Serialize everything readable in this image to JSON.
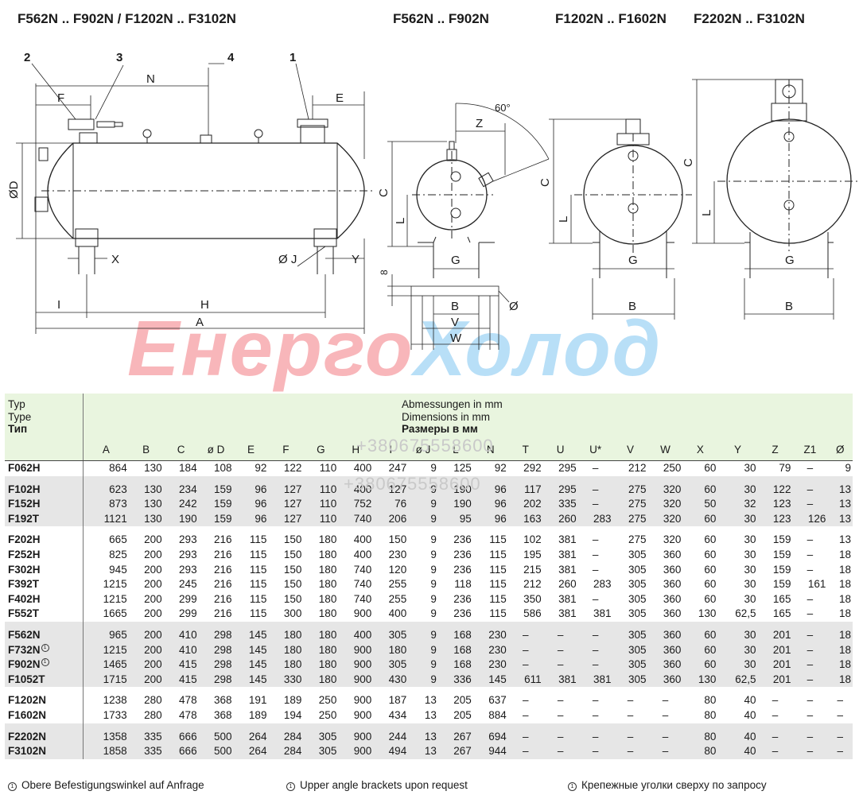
{
  "headers": {
    "h1": "F562N .. F902N / F1202N .. F3102N",
    "h2": "F562N .. F902N",
    "h3": "F1202N .. F1602N",
    "h4": "F2202N .. F3102N"
  },
  "drawing_labels": {
    "c1": "1",
    "c2": "2",
    "c3": "3",
    "c4": "4",
    "N": "N",
    "F": "F",
    "E": "E",
    "D": "ØD",
    "X": "X",
    "J": "Ø J",
    "Y": "Y",
    "I": "I",
    "H": "H",
    "A": "A",
    "angle": "60°",
    "Z": "Z",
    "C": "C",
    "L": "L",
    "G": "G",
    "B": "B",
    "V": "V",
    "W": "W",
    "phi": "Ø",
    "eight": "8"
  },
  "watermark": {
    "part1": "Енерго",
    "part2": "Холод",
    "phone": "+380675558600"
  },
  "table": {
    "typ_label": [
      "Typ",
      "Type",
      "Тип"
    ],
    "dim_label": [
      "Abmessungen in mm",
      "Dimensions in mm",
      "Размеры в мм"
    ],
    "columns": [
      "A",
      "B",
      "C",
      "ø D",
      "E",
      "F",
      "G",
      "H",
      "I",
      "ø J",
      "L",
      "N",
      "T",
      "U",
      "U*",
      "V",
      "W",
      "X",
      "Y",
      "Z",
      "Z1",
      "Ø"
    ],
    "groups": [
      {
        "shade": false,
        "rows": [
          {
            "typ": "F062H",
            "note": false,
            "v": [
              "864",
              "130",
              "184",
              "108",
              "92",
              "122",
              "110",
              "400",
              "247",
              "9",
              "125",
              "92",
              "292",
              "295",
              "–",
              "212",
              "250",
              "60",
              "30",
              "79",
              "–",
              "9"
            ]
          }
        ]
      },
      {
        "shade": true,
        "rows": [
          {
            "typ": "F102H",
            "note": false,
            "v": [
              "623",
              "130",
              "234",
              "159",
              "96",
              "127",
              "110",
              "400",
              "127",
              "9",
              "190",
              "96",
              "117",
              "295",
              "–",
              "275",
              "320",
              "60",
              "30",
              "122",
              "–",
              "13"
            ]
          },
          {
            "typ": "F152H",
            "note": false,
            "v": [
              "873",
              "130",
              "242",
              "159",
              "96",
              "127",
              "110",
              "752",
              "76",
              "9",
              "190",
              "96",
              "202",
              "335",
              "–",
              "275",
              "320",
              "50",
              "32",
              "123",
              "–",
              "13"
            ]
          },
          {
            "typ": "F192T",
            "note": false,
            "v": [
              "1121",
              "130",
              "190",
              "159",
              "96",
              "127",
              "110",
              "740",
              "206",
              "9",
              "95",
              "96",
              "163",
              "260",
              "283",
              "275",
              "320",
              "60",
              "30",
              "123",
              "126",
              "13"
            ]
          }
        ]
      },
      {
        "shade": false,
        "rows": [
          {
            "typ": "F202H",
            "note": false,
            "v": [
              "665",
              "200",
              "293",
              "216",
              "115",
              "150",
              "180",
              "400",
              "150",
              "9",
              "236",
              "115",
              "102",
              "381",
              "–",
              "275",
              "320",
              "60",
              "30",
              "159",
              "–",
              "13"
            ]
          },
          {
            "typ": "F252H",
            "note": false,
            "v": [
              "825",
              "200",
              "293",
              "216",
              "115",
              "150",
              "180",
              "400",
              "230",
              "9",
              "236",
              "115",
              "195",
              "381",
              "–",
              "305",
              "360",
              "60",
              "30",
              "159",
              "–",
              "18"
            ]
          },
          {
            "typ": "F302H",
            "note": false,
            "v": [
              "945",
              "200",
              "293",
              "216",
              "115",
              "150",
              "180",
              "740",
              "120",
              "9",
              "236",
              "115",
              "215",
              "381",
              "–",
              "305",
              "360",
              "60",
              "30",
              "159",
              "–",
              "18"
            ]
          },
          {
            "typ": "F392T",
            "note": false,
            "v": [
              "1215",
              "200",
              "245",
              "216",
              "115",
              "150",
              "180",
              "740",
              "255",
              "9",
              "118",
              "115",
              "212",
              "260",
              "283",
              "305",
              "360",
              "60",
              "30",
              "159",
              "161",
              "18"
            ]
          },
          {
            "typ": "F402H",
            "note": false,
            "v": [
              "1215",
              "200",
              "299",
              "216",
              "115",
              "150",
              "180",
              "740",
              "255",
              "9",
              "236",
              "115",
              "350",
              "381",
              "–",
              "305",
              "360",
              "60",
              "30",
              "165",
              "–",
              "18"
            ]
          },
          {
            "typ": "F552T",
            "note": false,
            "v": [
              "1665",
              "200",
              "299",
              "216",
              "115",
              "300",
              "180",
              "900",
              "400",
              "9",
              "236",
              "115",
              "586",
              "381",
              "381",
              "305",
              "360",
              "130",
              "62,5",
              "165",
              "–",
              "18"
            ]
          }
        ]
      },
      {
        "shade": true,
        "rows": [
          {
            "typ": "F562N",
            "note": false,
            "v": [
              "965",
              "200",
              "410",
              "298",
              "145",
              "180",
              "180",
              "400",
              "305",
              "9",
              "168",
              "230",
              "–",
              "–",
              "–",
              "305",
              "360",
              "60",
              "30",
              "201",
              "–",
              "18"
            ]
          },
          {
            "typ": "F732N",
            "note": true,
            "v": [
              "1215",
              "200",
              "410",
              "298",
              "145",
              "180",
              "180",
              "900",
              "180",
              "9",
              "168",
              "230",
              "–",
              "–",
              "–",
              "305",
              "360",
              "60",
              "30",
              "201",
              "–",
              "18"
            ]
          },
          {
            "typ": "F902N",
            "note": true,
            "v": [
              "1465",
              "200",
              "415",
              "298",
              "145",
              "180",
              "180",
              "900",
              "305",
              "9",
              "168",
              "230",
              "–",
              "–",
              "–",
              "305",
              "360",
              "60",
              "30",
              "201",
              "–",
              "18"
            ]
          },
          {
            "typ": "F1052T",
            "note": false,
            "v": [
              "1715",
              "200",
              "415",
              "298",
              "145",
              "330",
              "180",
              "900",
              "430",
              "9",
              "336",
              "145",
              "611",
              "381",
              "381",
              "305",
              "360",
              "130",
              "62,5",
              "201",
              "–",
              "18"
            ]
          }
        ]
      },
      {
        "shade": false,
        "rows": [
          {
            "typ": "F1202N",
            "note": false,
            "v": [
              "1238",
              "280",
              "478",
              "368",
              "191",
              "189",
              "250",
              "900",
              "187",
              "13",
              "205",
              "637",
              "–",
              "–",
              "–",
              "–",
              "–",
              "80",
              "40",
              "–",
              "–",
              "–"
            ]
          },
          {
            "typ": "F1602N",
            "note": false,
            "v": [
              "1733",
              "280",
              "478",
              "368",
              "189",
              "194",
              "250",
              "900",
              "434",
              "13",
              "205",
              "884",
              "–",
              "–",
              "–",
              "–",
              "–",
              "80",
              "40",
              "–",
              "–",
              "–"
            ]
          }
        ]
      },
      {
        "shade": true,
        "rows": [
          {
            "typ": "F2202N",
            "note": false,
            "v": [
              "1358",
              "335",
              "666",
              "500",
              "264",
              "284",
              "305",
              "900",
              "244",
              "13",
              "267",
              "694",
              "–",
              "–",
              "–",
              "–",
              "–",
              "80",
              "40",
              "–",
              "–",
              "–"
            ]
          },
          {
            "typ": "F3102N",
            "note": false,
            "v": [
              "1858",
              "335",
              "666",
              "500",
              "264",
              "284",
              "305",
              "900",
              "494",
              "13",
              "267",
              "944",
              "–",
              "–",
              "–",
              "–",
              "–",
              "80",
              "40",
              "–",
              "–",
              "–"
            ]
          }
        ]
      }
    ]
  },
  "footnotes": {
    "symbol": "①",
    "de": "Obere Befestigungswinkel auf Anfrage",
    "en": "Upper angle brackets upon request",
    "ru": "Крепежные уголки сверху по запросу"
  }
}
